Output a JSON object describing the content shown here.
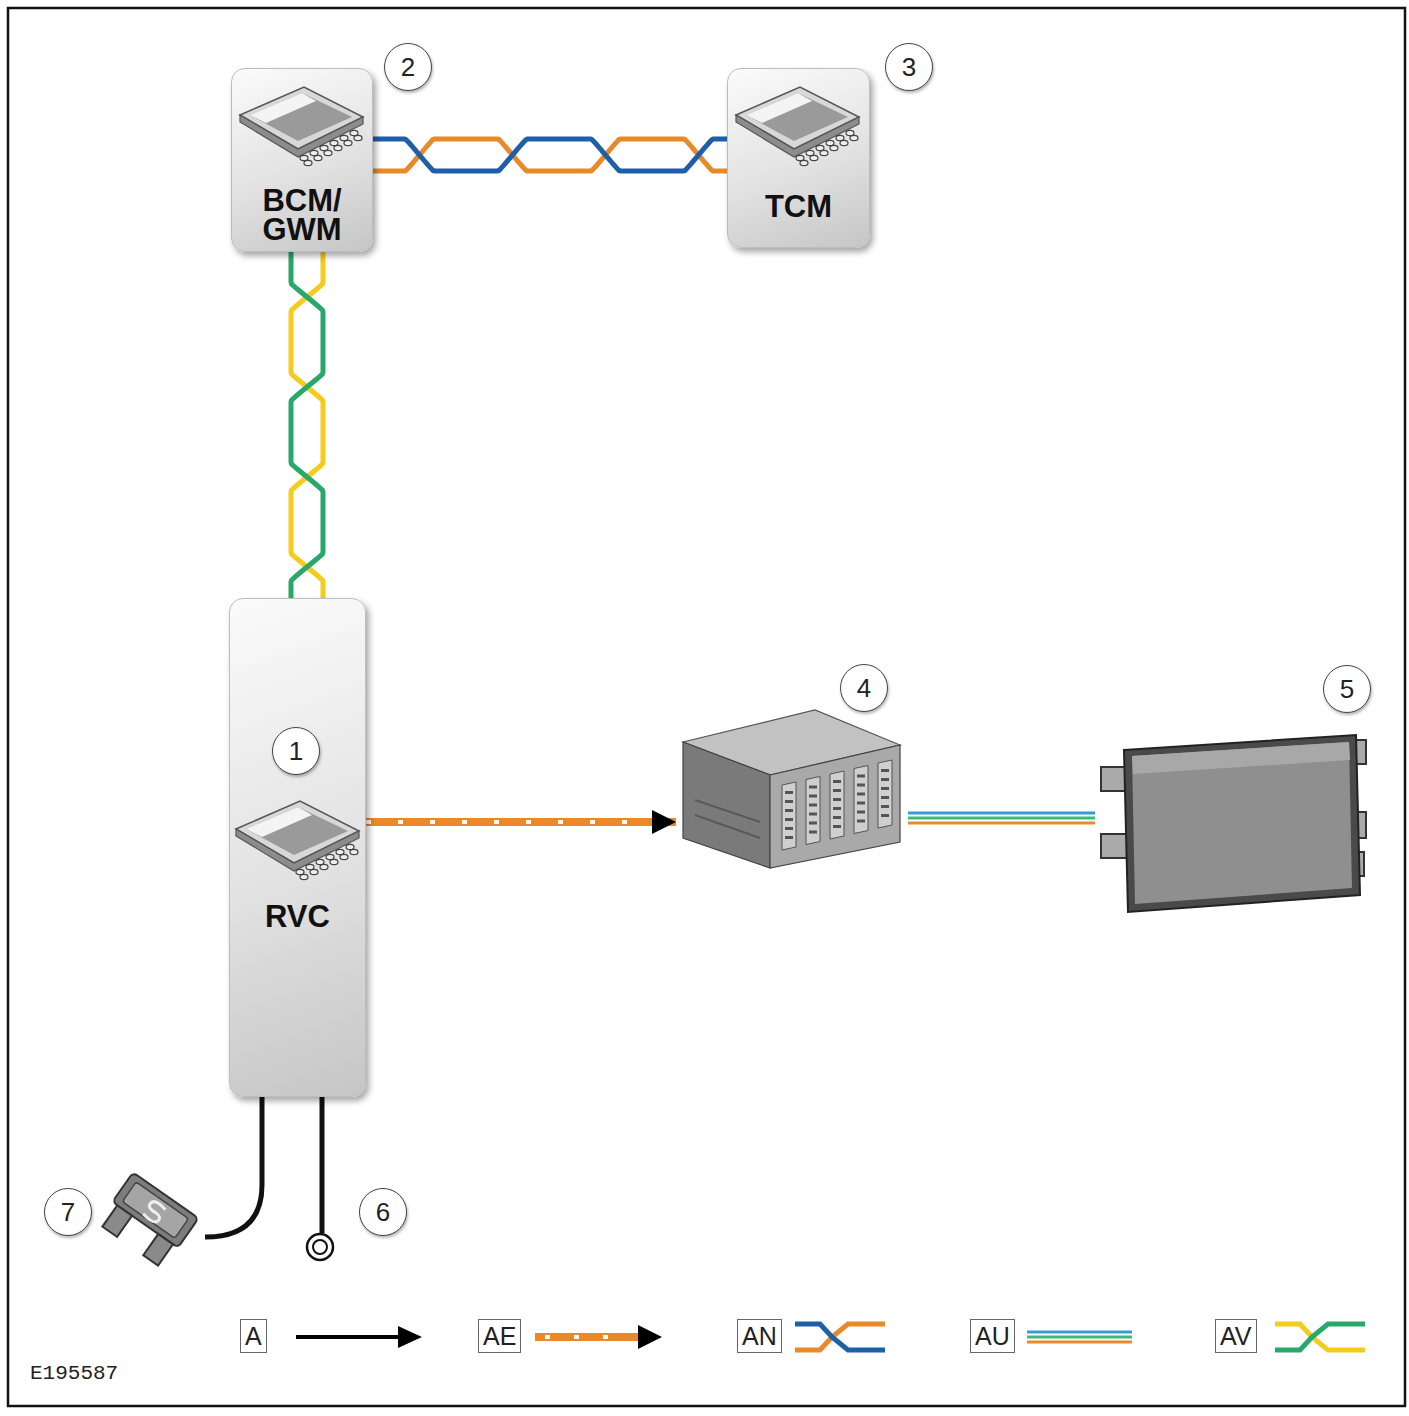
{
  "diagram": {
    "nodes": [
      {
        "text": [
          "BCM/ GWM"
        ]
      },
      {
        "text": [
          "TCM"
        ]
      },
      {
        "text": [
          "RVC"
        ]
      },
      {
        "text": [
          "4"
        ]
      },
      {
        "text": [
          "5"
        ]
      }
    ],
    "edges": [
      {
        "from": 0,
        "to": 1,
        "arrow": "none"
      },
      {
        "from": 0,
        "to": 2,
        "arrow": "none"
      },
      {
        "from": 2,
        "to": 3,
        "arrow": "to"
      },
      {
        "from": 3,
        "to": 4,
        "arrow": "none"
      }
    ],
    "labels": [
      "1",
      "2",
      "3",
      "6",
      "7",
      "E195587"
    ],
    "legend": [
      {
        "text": "A"
      },
      {
        "text": "AE"
      },
      {
        "text": "AN"
      },
      {
        "text": "AU"
      },
      {
        "text": "AV"
      }
    ]
  }
}
